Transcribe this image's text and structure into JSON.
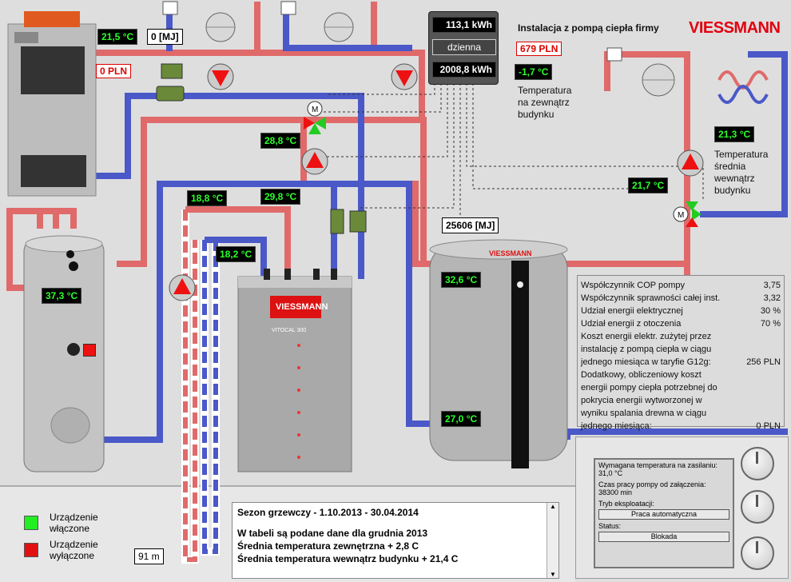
{
  "title": "Instalacja z pompą ciepła firmy",
  "brand": "VIESSMANN",
  "colors": {
    "hot": "#e85a5a",
    "cold": "#4a5acb",
    "on": "#22dd22",
    "off": "#e11111"
  },
  "meters": {
    "kwh_top": "113,1 kWh",
    "tariff": "dzienna",
    "kwh_bottom": "2008,8 kWh"
  },
  "cost_main": "679 PLN",
  "outdoor": {
    "temp": "-1,7 °C",
    "label_l1": "Temperatura",
    "label_l2": "na zewnątrz",
    "label_l3": "budynku"
  },
  "indoor": {
    "temp": "21,3 °C",
    "label_l1": "Temperatura",
    "label_l2": "średnia",
    "label_l3": "wewnątrz",
    "label_l4": "budynku"
  },
  "boiler": {
    "temp": "21,5 °C",
    "energy": "0 [MJ]",
    "cost": "0 PLN"
  },
  "temps": {
    "mix_supply": "28,8 °C",
    "hp_in": "18,8 °C",
    "hp_out": "29,8 °C",
    "ground_return": "18,2 °C",
    "right_loop": "21,7 °C",
    "dhw_tank": "37,3 °C",
    "buffer_top": "32,6 °C",
    "buffer_bottom": "27,0 °C"
  },
  "heat_meter": "25606 [MJ]",
  "depth": "91 m",
  "heatpump_label": "VITOCAL 300",
  "stats": [
    {
      "label": "Współczynnik COP pompy",
      "value": "3,75"
    },
    {
      "label": "Współczynnik sprawności całej inst.",
      "value": "3,32"
    },
    {
      "label": "Udział energii elektrycznej",
      "value": "30 %"
    },
    {
      "label": "Udział energii z otoczenia",
      "value": "70 %"
    },
    {
      "label": "Koszt energii elektr. zużytej przez",
      "value": ""
    },
    {
      "label": "instalację z pompą ciepła w ciągu",
      "value": ""
    },
    {
      "label": "jednego miesiąca w taryfie G12g:",
      "value": "256 PLN"
    },
    {
      "label": "Dodatkowy, obliczeniowy koszt",
      "value": ""
    },
    {
      "label": "energii pompy ciepła potrzebnej do",
      "value": ""
    },
    {
      "label": "pokrycia energii wytworzonej w",
      "value": ""
    },
    {
      "label": "wyniku spalania drewna w ciągu",
      "value": ""
    },
    {
      "label": "jednego miesiąca:",
      "value": "0 PLN"
    }
  ],
  "controller": {
    "req_label": "Wymagana temperatura na zasilaniu:",
    "req_value": "31,0 °C",
    "time_label": "Czas pracy pompy od załączenia:",
    "time_value": "38300 min",
    "mode_label": "Tryb eksploatacji:",
    "mode_value": "Praca automatyczna",
    "status_label": "Status:",
    "status_value": "Blokada"
  },
  "legend": {
    "on_l1": "Urządzenie",
    "on_l2": "włączone",
    "off_l1": "Urządzenie",
    "off_l2": "wyłączone"
  },
  "season": {
    "title": "Sezon grzewczy - 1.10.2013 - 30.04.2014",
    "line1": "W tabeli są podane dane dla grudnia 2013",
    "line2": "Średnia temperatura zewnętrzna + 2,8 C",
    "line3": "Średnia temperatura wewnątrz budynku + 21,4 C"
  }
}
